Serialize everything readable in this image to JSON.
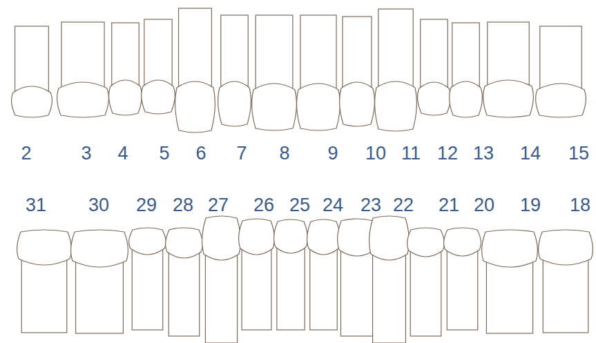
{
  "diagram": {
    "labels": [
      "2",
      "3",
      "4",
      "5",
      "6",
      "7",
      "8",
      "9",
      "10",
      "11",
      "12",
      "13",
      "14",
      "15",
      "31",
      "30",
      "29",
      "28",
      "27",
      "26",
      "25",
      "24",
      "23",
      "22",
      "21",
      "20",
      "19",
      "18"
    ]
  }
}
